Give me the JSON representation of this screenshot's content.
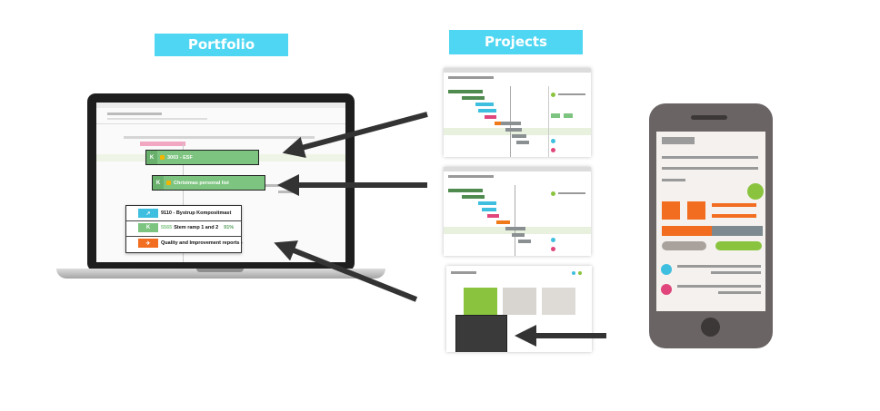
{
  "labels": {
    "portfolio": "Portfolio",
    "projects": "Projects"
  },
  "portfolio_screen": {
    "chips": [
      {
        "text": "3003 - ESF"
      },
      {
        "text": "Christmas personal list"
      }
    ],
    "rows": [
      {
        "text": "9110 - Bystrup Kompositmast",
        "value": ""
      },
      {
        "text": "Stem ramp 1 and 2",
        "prefix": "5565",
        "value": "91%"
      },
      {
        "text": "Quality and Improvement reports -",
        "value": ""
      }
    ]
  },
  "colors": {
    "label_bg": "#4fd6f2",
    "chip_green": "#7cc47f",
    "gantt_dark_green": "#4f8a4f",
    "gantt_cyan": "#3fbfe0",
    "gantt_pink": "#e0457b",
    "gantt_orange": "#f07a1a",
    "gantt_gray": "#8a8f91",
    "phone_body": "#6b6464",
    "orange": "#f26d1f",
    "green_light": "#8ac43f"
  },
  "icons": [
    "arrow-icon",
    "laptop-icon",
    "phone-icon",
    "star-icon"
  ]
}
